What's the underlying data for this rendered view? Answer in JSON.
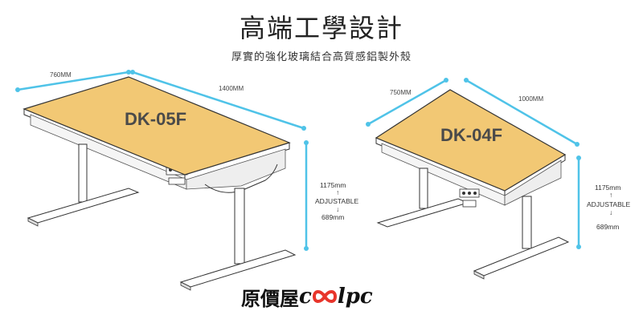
{
  "header": {
    "title": "高端工學設計",
    "subtitle": "厚實的強化玻璃結合高質感鋁製外殼"
  },
  "desk_large": {
    "model": "DK-05F",
    "depth_label": "760MM",
    "width_label": "1400MM",
    "height_max": "1175mm",
    "height_mid": "ADJUSTABLE",
    "height_min": "689mm"
  },
  "desk_small": {
    "model": "DK-04F",
    "depth_label": "750MM",
    "width_label": "1000MM",
    "height_max": "1175mm",
    "height_mid": "ADJUSTABLE",
    "height_min": "689mm"
  },
  "brand": {
    "cjk": "原價屋",
    "c_letter": "c",
    "latin": "lpc"
  },
  "colors": {
    "desktop_top": "#F2C874",
    "dimension_line": "#4FC3E8",
    "frame": "#ffffff",
    "outline": "#333333"
  }
}
